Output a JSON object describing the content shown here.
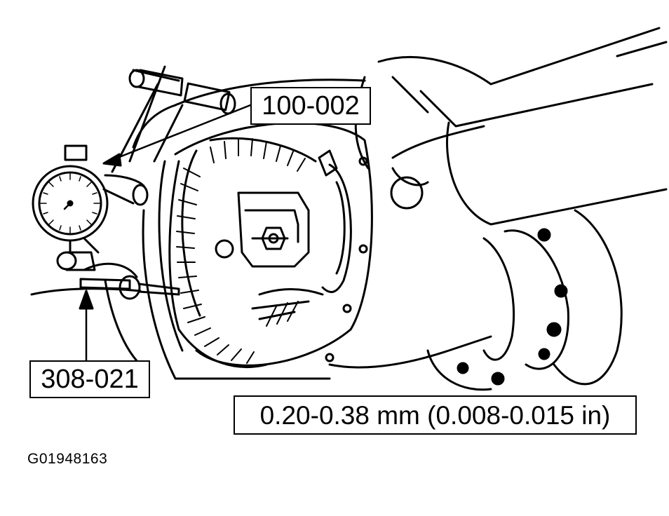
{
  "callouts": {
    "tool_a": "100-002",
    "tool_b": "308-021",
    "specification": "0.20-0.38 mm (0.008-0.015 in)"
  },
  "figure_id": "G01948163",
  "colors": {
    "line": "#000000",
    "background": "#ffffff"
  }
}
